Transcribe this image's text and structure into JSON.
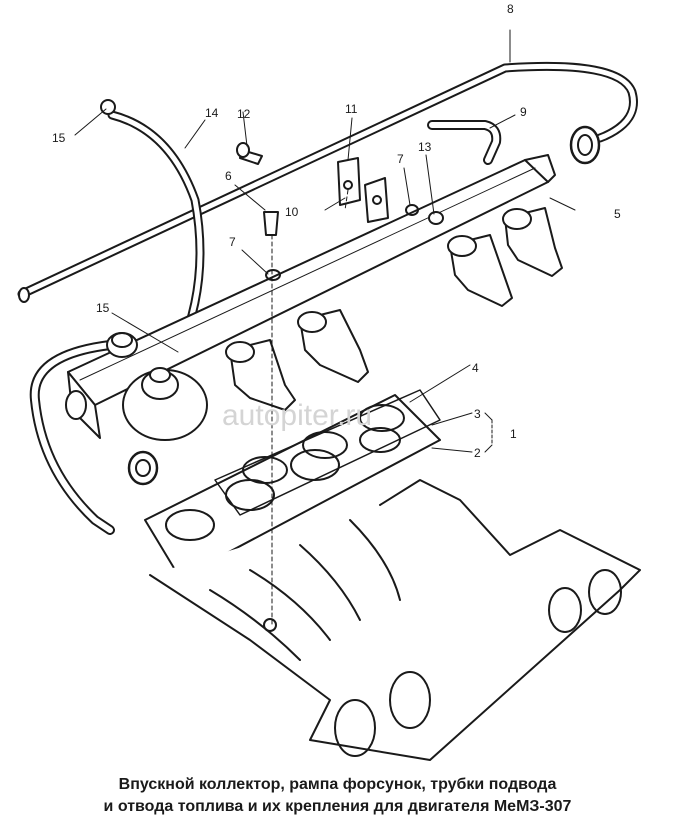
{
  "figure": {
    "watermark": "autopiter.ru",
    "callouts": {
      "c1": "1",
      "c2": "2",
      "c3": "3",
      "c4": "4",
      "c5": "5",
      "c6": "6",
      "c7a": "7",
      "c7b": "7",
      "c8": "8",
      "c9": "9",
      "c10": "10",
      "c11": "11",
      "c12": "12",
      "c13": "13",
      "c14": "14",
      "c15a": "15",
      "c15b": "15"
    }
  },
  "caption": {
    "line1": "Впускной коллектор, рампа форсунок, трубки подвода",
    "line2": "и отвода топлива и их крепления для двигателя МеМЗ-307"
  }
}
